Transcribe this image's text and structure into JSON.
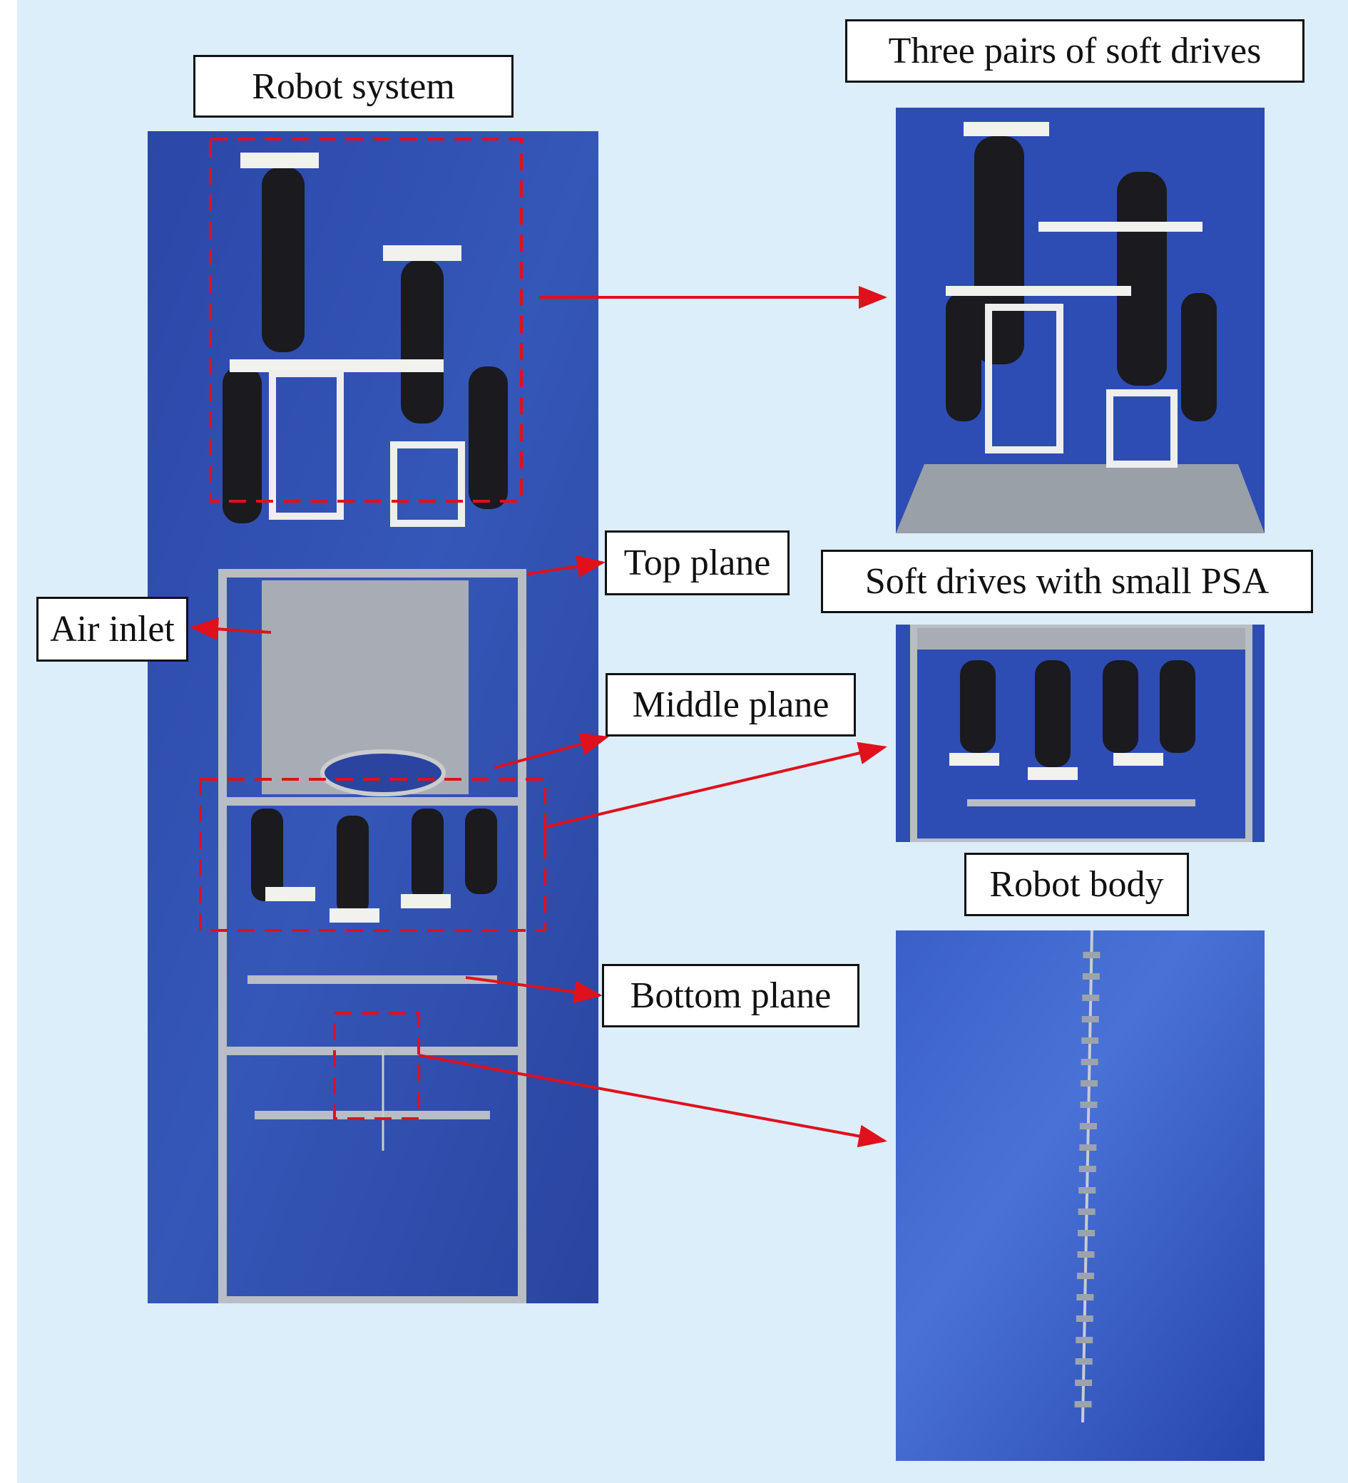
{
  "labels": {
    "robot_system": "Robot system",
    "three_pairs": "Three pairs of soft drives",
    "top_plane": "Top plane",
    "soft_drives_psa": "Soft drives with small PSA",
    "air_inlet": "Air inlet",
    "middle_plane": "Middle plane",
    "robot_body": "Robot body",
    "bottom_plane": "Bottom plane"
  },
  "colors": {
    "background": "#dbeefa",
    "arrow": "#e0101c",
    "photo_blue": "#2f4fb0"
  }
}
